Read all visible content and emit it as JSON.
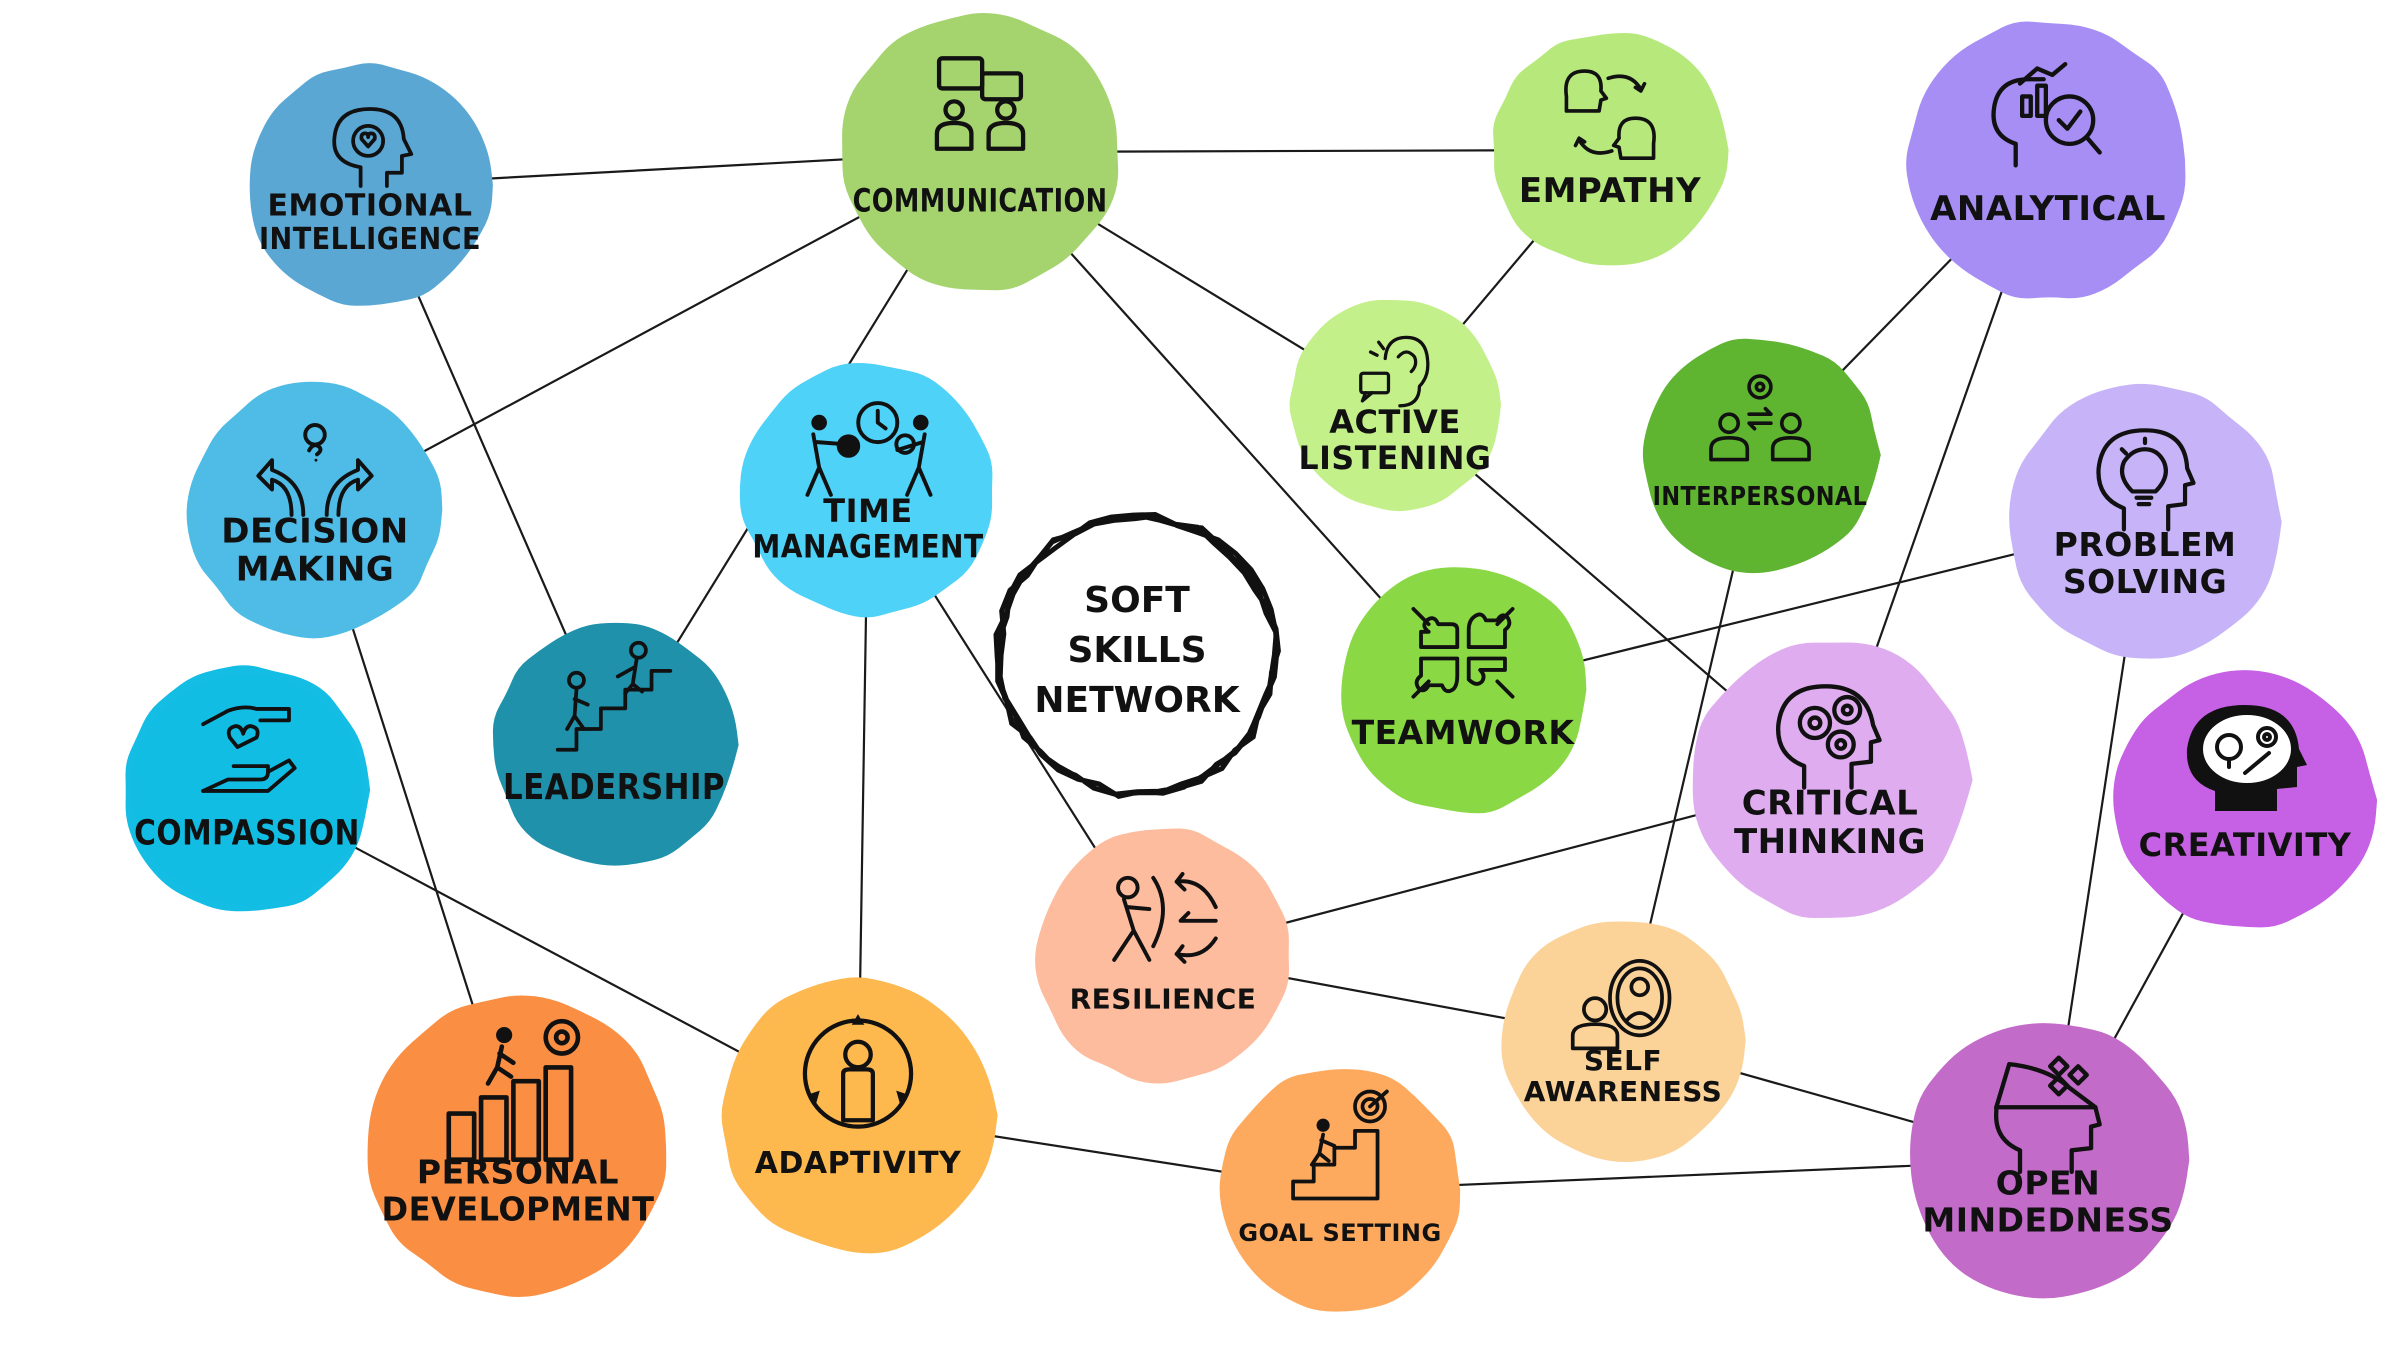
{
  "center": {
    "lines": [
      "SOFT",
      "SKILLS",
      "NETWORK"
    ]
  },
  "nodes": [
    {
      "id": "emotional",
      "lines": [
        "EMOTIONAL",
        "INTELLIGENCE"
      ],
      "color": "#5aa7d4",
      "icon": "head-heart-gear-icon"
    },
    {
      "id": "communication",
      "lines": [
        "COMMUNICATION"
      ],
      "color": "#a5d46f",
      "icon": "chat-people-icon"
    },
    {
      "id": "empathy",
      "lines": [
        "EMPATHY"
      ],
      "color": "#b7e87c",
      "icon": "heads-exchange-icon"
    },
    {
      "id": "analytical",
      "lines": [
        "ANALYTICAL"
      ],
      "color": "#a78ef5",
      "icon": "head-chart-magnifier-icon"
    },
    {
      "id": "decision",
      "lines": [
        "DECISION",
        "MAKING"
      ],
      "color": "#4fbce6",
      "icon": "person-arrows-icon"
    },
    {
      "id": "time",
      "lines": [
        "TIME",
        "MANAGEMENT"
      ],
      "color": "#4ed2f7",
      "icon": "people-clock-gears-icon"
    },
    {
      "id": "active",
      "lines": [
        "ACTIVE",
        "LISTENING"
      ],
      "color": "#c4f08b",
      "icon": "ear-speech-icon"
    },
    {
      "id": "interpersonal",
      "lines": [
        "INTERPERSONAL"
      ],
      "color": "#5fb431",
      "icon": "people-gear-exchange-icon"
    },
    {
      "id": "problem",
      "lines": [
        "PROBLEM",
        "SOLVING"
      ],
      "color": "#c7b4f8",
      "icon": "head-bulb-puzzle-icon"
    },
    {
      "id": "leadership",
      "lines": [
        "LEADERSHIP"
      ],
      "color": "#1f91ab",
      "icon": "people-stairs-icon"
    },
    {
      "id": "teamwork",
      "lines": [
        "TEAMWORK"
      ],
      "color": "#8ad845",
      "icon": "hands-puzzle-icon"
    },
    {
      "id": "critical",
      "lines": [
        "CRITICAL",
        "THINKING"
      ],
      "color": "#dfacef",
      "icon": "head-gears-icon"
    },
    {
      "id": "compassion",
      "lines": [
        "COMPASSION"
      ],
      "color": "#13bde3",
      "icon": "hands-heart-icon"
    },
    {
      "id": "creativity",
      "lines": [
        "CREATIVITY"
      ],
      "color": "#c660e4",
      "icon": "head-brain-ideas-icon"
    },
    {
      "id": "resilience",
      "lines": [
        "RESILIENCE"
      ],
      "color": "#fdbc9d",
      "icon": "person-shield-arrows-icon"
    },
    {
      "id": "self",
      "lines": [
        "SELF",
        "AWARENESS"
      ],
      "color": "#fbd298",
      "icon": "person-mirror-icon"
    },
    {
      "id": "personal",
      "lines": [
        "PERSONAL",
        "DEVELOPMENT"
      ],
      "color": "#fa8f44",
      "icon": "person-bars-gear-icon"
    },
    {
      "id": "adaptivity",
      "lines": [
        "ADAPTIVITY"
      ],
      "color": "#fdb94f",
      "icon": "person-cycle-icon"
    },
    {
      "id": "goal",
      "lines": [
        "GOAL SETTING"
      ],
      "color": "#fdaa5f",
      "icon": "person-stairs-target-icon"
    },
    {
      "id": "open",
      "lines": [
        "OPEN",
        "MINDEDNESS"
      ],
      "color": "#c26bc8",
      "icon": "head-open-icon"
    }
  ],
  "edges": [
    [
      "emotional",
      "communication"
    ],
    [
      "emotional",
      "leadership"
    ],
    [
      "communication",
      "decision"
    ],
    [
      "communication",
      "leadership"
    ],
    [
      "communication",
      "empathy"
    ],
    [
      "communication",
      "active"
    ],
    [
      "communication",
      "teamwork"
    ],
    [
      "empathy",
      "active"
    ],
    [
      "active",
      "critical"
    ],
    [
      "analytical",
      "interpersonal"
    ],
    [
      "analytical",
      "critical"
    ],
    [
      "interpersonal",
      "self"
    ],
    [
      "problem",
      "teamwork"
    ],
    [
      "problem",
      "open"
    ],
    [
      "creativity",
      "open"
    ],
    [
      "decision",
      "personal"
    ],
    [
      "compassion",
      "adaptivity"
    ],
    [
      "time",
      "adaptivity"
    ],
    [
      "time",
      "resilience"
    ],
    [
      "resilience",
      "critical"
    ],
    [
      "resilience",
      "self"
    ],
    [
      "adaptivity",
      "goal"
    ],
    [
      "goal",
      "open"
    ],
    [
      "self",
      "open"
    ]
  ]
}
